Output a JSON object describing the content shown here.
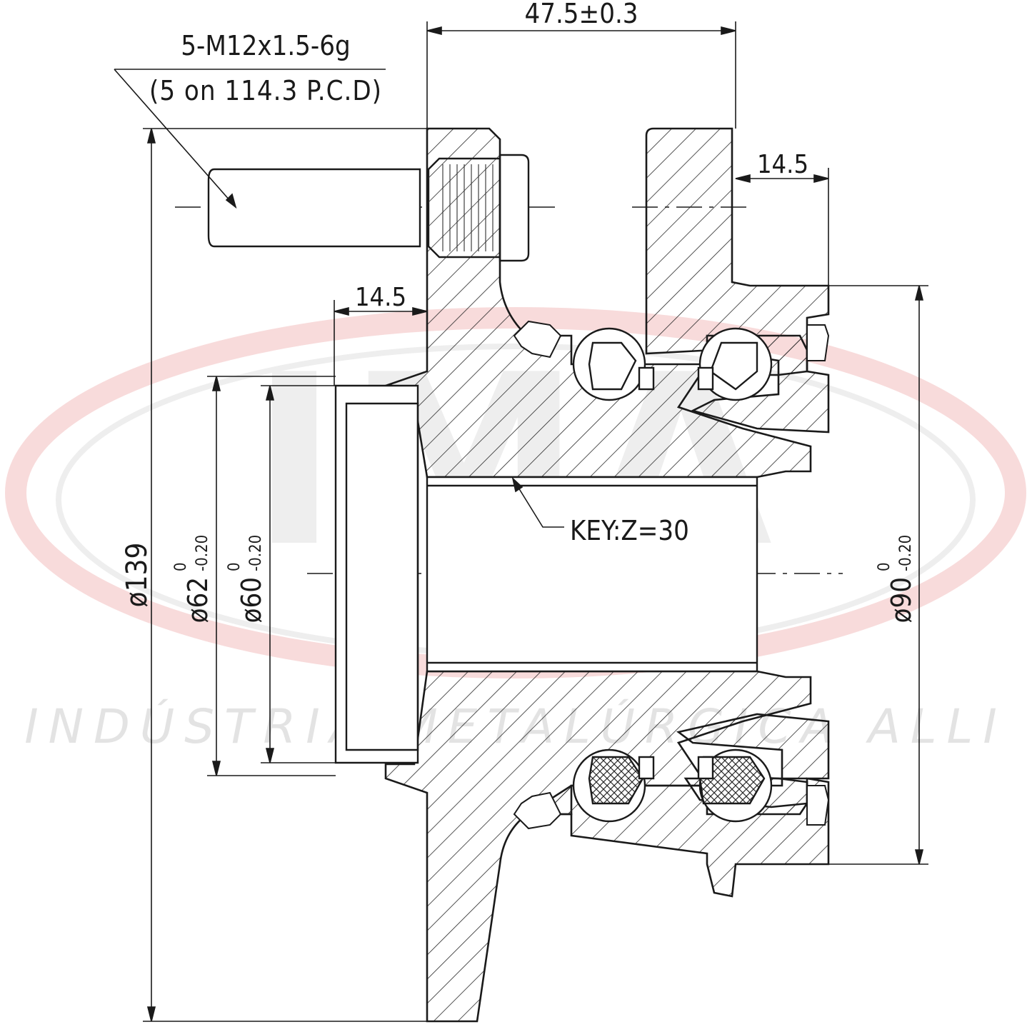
{
  "watermark": {
    "logo_text": "IMA",
    "company": "INDÚSTRIA METALÚRGICA ALLI",
    "ellipse_color": "#f4c7c7",
    "text_color": "#e3e3e3"
  },
  "colors": {
    "line": "#1a1a1a",
    "hatch": "#2a2a2a"
  },
  "labels": {
    "overall_width": "47.5±0.3",
    "stud_spec": "5-M12x1.5-6g",
    "stud_pcd": "(5 on 114.3 P.C.D)",
    "flange_offset_right": "14.5",
    "pilot_length_left": "14.5",
    "key_note": "KEY:Z=30",
    "dia_139": "ø139",
    "dia_62": "ø62",
    "dia_62_tol_upper": "0",
    "dia_62_tol_lower": "-0.20",
    "dia_60": "ø60",
    "dia_60_tol_upper": "0",
    "dia_60_tol_lower": "-0.20",
    "dia_90": "ø90",
    "dia_90_tol_upper": "0",
    "dia_90_tol_lower": "-0.20"
  }
}
